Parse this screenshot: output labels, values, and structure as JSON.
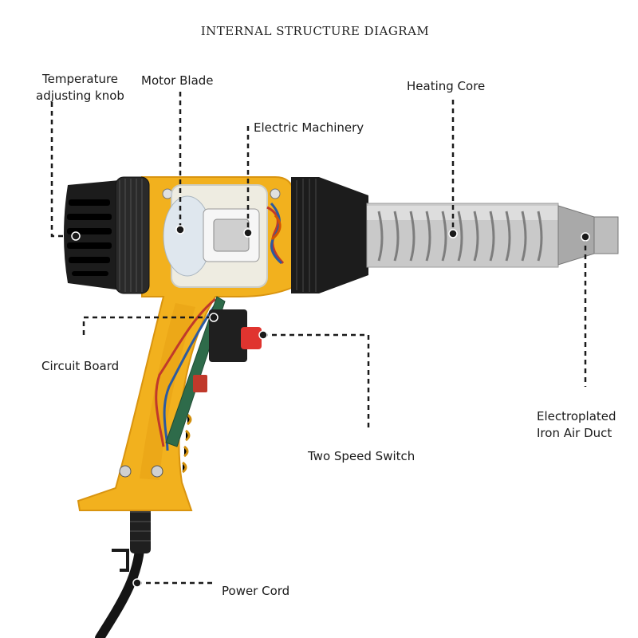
{
  "title": "INTERNAL STRUCTURE DIAGRAM",
  "labels": {
    "temp_knob": [
      "Temperature",
      "adjusting knob"
    ],
    "motor_blade": "Motor Blade",
    "heating_core": "Heating Core",
    "electric_machinery": "Electric Machinery",
    "circuit_board": "Circuit Board",
    "two_speed_switch": "Two Speed Switch",
    "air_duct": [
      "Electroplated",
      "Iron Air Duct"
    ],
    "power_cord": "Power Cord"
  },
  "colors": {
    "housing": "#f2b11e",
    "housing_dark": "#d9940f",
    "rubber": "#1c1c1c",
    "leader": "#1a1a1a",
    "metal": "#b9b9b9",
    "coil": "#8a8a8a",
    "switch_red": "#e0342f"
  }
}
